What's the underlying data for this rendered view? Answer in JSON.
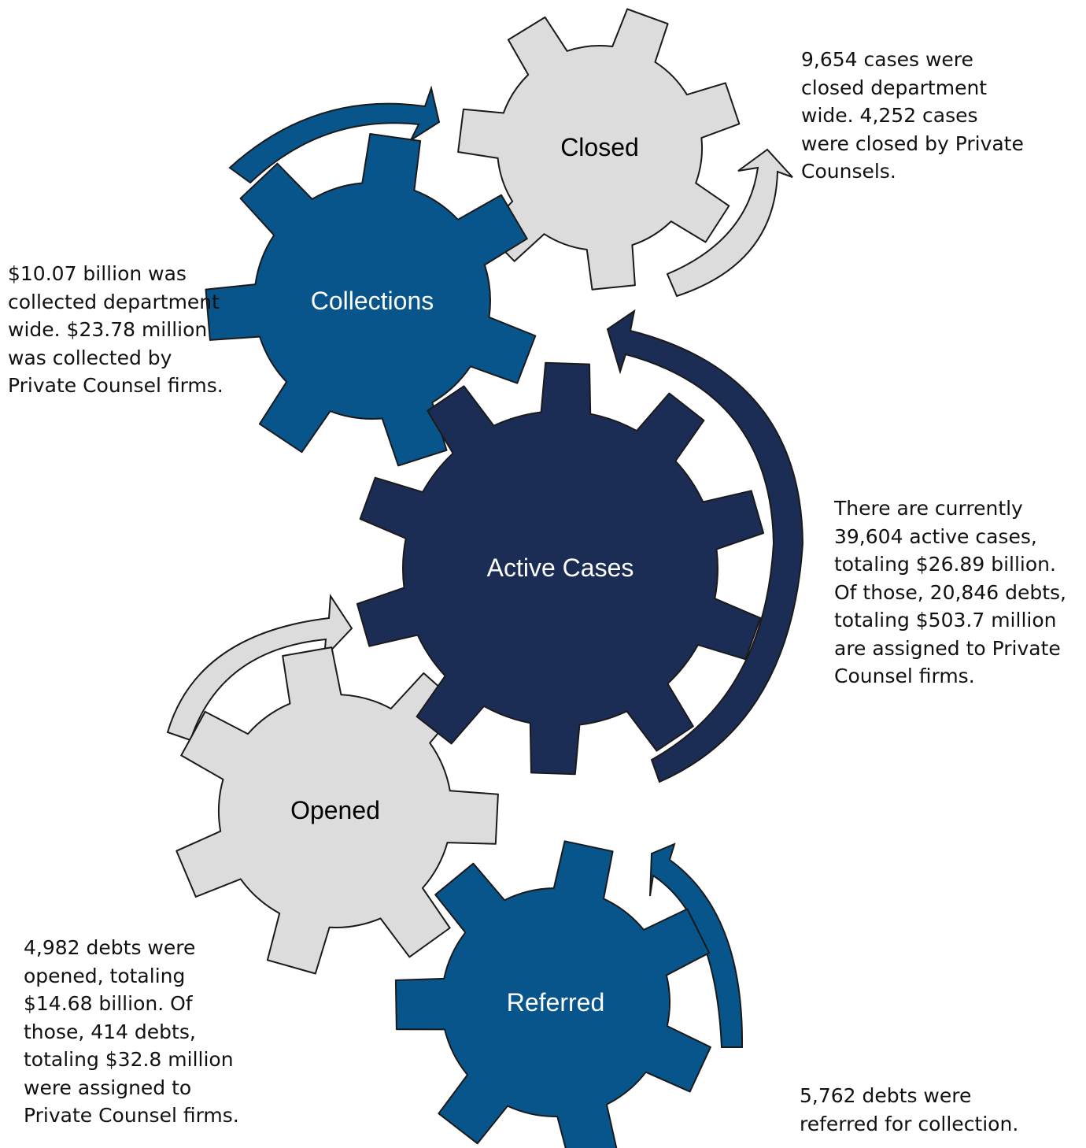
{
  "colors": {
    "dark_navy": "#1c2d55",
    "mid_blue": "#07558b",
    "light_gray": "#dcdcdc",
    "outline": "#1a1a1a"
  },
  "gears": [
    {
      "id": "closed",
      "label": "Closed",
      "style": "light"
    },
    {
      "id": "collections",
      "label": "Collections",
      "style": "blue"
    },
    {
      "id": "active",
      "label": "Active Cases",
      "style": "navy"
    },
    {
      "id": "opened",
      "label": "Opened",
      "style": "light"
    },
    {
      "id": "referred",
      "label": "Referred",
      "style": "blue"
    }
  ],
  "notes": {
    "closed": "9,654 cases were\nclosed department\nwide.  4,252 cases\nwere closed by Private\nCounsels.",
    "collections": "$10.07 billion was\ncollected department\nwide.  $23.78 million\nwas collected by\nPrivate Counsel firms.",
    "active": "There are currently\n39,604 active cases,\ntotaling $26.89 billion.\nOf those, 20,846 debts,\ntotaling $503.7 million\nare assigned to Private\nCounsel firms.",
    "opened": "4,982 debts were\nopened, totaling\n$14.68 billion.  Of\nthose, 414 debts,\ntotaling $32.8 million\nwere assigned to\nPrivate Counsel firms.",
    "referred": "5,762 debts were\nreferred for collection."
  }
}
